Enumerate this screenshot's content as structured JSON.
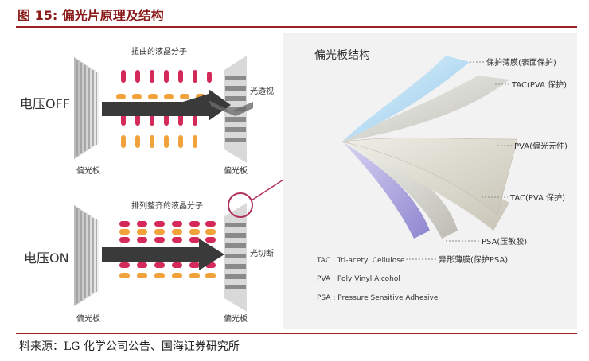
{
  "figure": {
    "title": "图 15:  偏光片原理及结构",
    "source": "料来源：LG 化学公司公告、国海证券研究所"
  },
  "principle": {
    "off": {
      "state_label": "电压OFF",
      "molecule_label": "扭曲的液晶分子",
      "result_label": "光透视",
      "left_polarizer_label": "偏光板",
      "right_polarizer_label": "偏光板"
    },
    "on": {
      "state_label": "电压ON",
      "molecule_label": "排列整齐的液晶分子",
      "result_label": "光切断",
      "left_polarizer_label": "偏光板",
      "right_polarizer_label": "偏光板"
    }
  },
  "structure": {
    "title": "偏光板结构",
    "layers": [
      "保护薄膜(表面保护)",
      "TAC(PVA 保护)",
      "PVA(偏光元件)",
      "TAC(PVA 保护)",
      "PSA(压敏胶)",
      "异形薄膜(保护PSA)"
    ],
    "legend": [
      "TAC : Tri-acetyl Cellulose",
      "PVA : Poly Vinyl Alcohol",
      "PSA : Pressure Sensitive Adhesive"
    ]
  },
  "colors": {
    "title": "#8b1a1a",
    "molecule_red": "#d42a5a",
    "molecule_orange": "#f2a23a",
    "arrow": "#3a3a3a",
    "callout": "#b0305a"
  }
}
